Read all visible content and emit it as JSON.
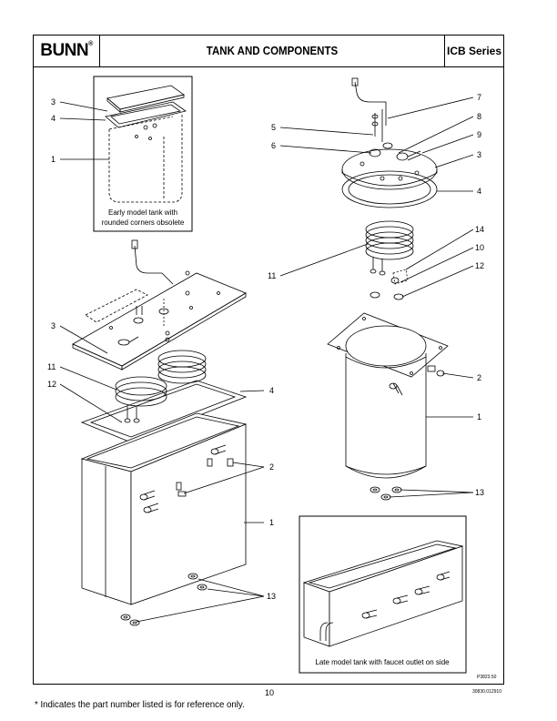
{
  "header": {
    "logo_text": "BUNN",
    "logo_mark": "®",
    "title": "TANK AND COMPONENTS",
    "series": "ICB Series"
  },
  "callouts": {
    "left": [
      "3",
      "4",
      "1",
      "3",
      "11",
      "12",
      "4",
      "2",
      "1",
      "13"
    ],
    "right": [
      "7",
      "5",
      "8",
      "6",
      "9",
      "3",
      "4",
      "14",
      "11",
      "10",
      "12",
      "2",
      "1",
      "13"
    ]
  },
  "insets": {
    "early_line1": "Early model tank with",
    "early_line2": "rounded corners obsolete",
    "late": "Late model tank with faucet outlet on side"
  },
  "figure_code": "P3823.50",
  "page_number": "10",
  "doc_code": "30830.012910",
  "footnote": "* Indicates the part number listed is for reference only."
}
